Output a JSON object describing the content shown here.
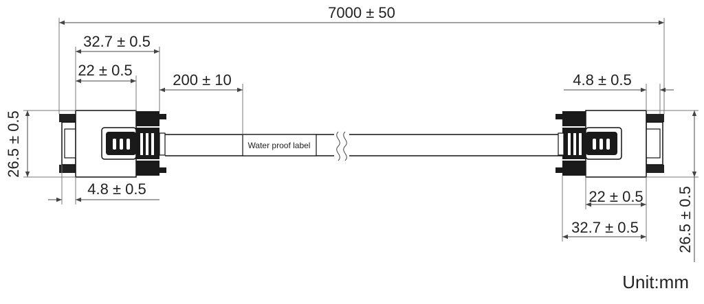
{
  "dimensions": {
    "overall_length": "7000 ± 50",
    "left_connector_length": "32.7 ± 0.5",
    "left_body_length": "22 ± 0.5",
    "label_offset": "200 ± 10",
    "left_height": "26.5 ± 0.5",
    "left_flange": "4.8 ± 0.5",
    "right_flange": "4.8 ± 0.5",
    "right_body_length": "22 ± 0.5",
    "right_connector_length": "32.7 ± 0.5",
    "right_height": "26.5 ± 0.5"
  },
  "label_text": "Water proof label",
  "unit_text": "Unit:mm"
}
